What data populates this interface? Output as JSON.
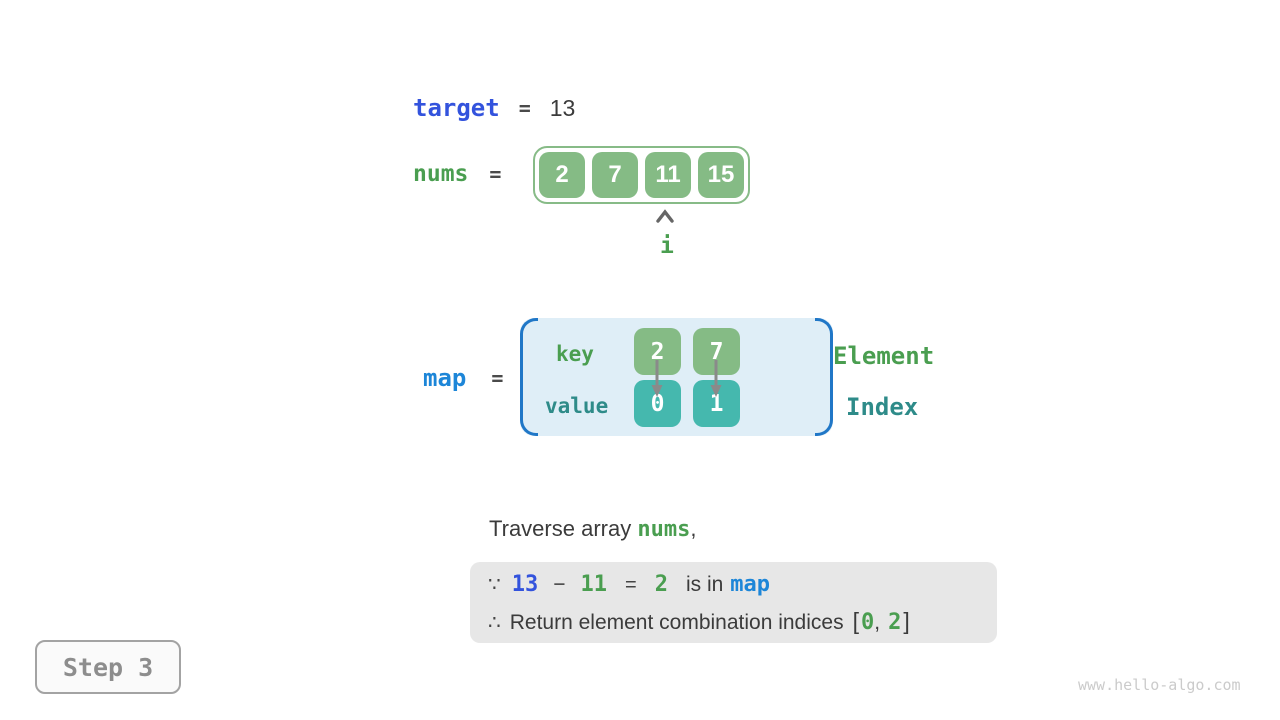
{
  "colors": {
    "royal_blue": "#3353dd",
    "azure_blue": "#1d86d8",
    "green_text": "#4a9e50",
    "teal_text": "#2e8b89",
    "cell_green": "#85bb85",
    "cell_teal": "#45b8ae",
    "map_fill": "#dfeef7",
    "map_bracket": "#2077c7",
    "conclusion_bg": "#e7e7e7",
    "arrow_gray": "#8a8a8a"
  },
  "target_row": {
    "label": "target",
    "equals": "=",
    "value": "13"
  },
  "nums_row": {
    "label": "nums",
    "equals": "=",
    "cells": [
      "2",
      "7",
      "11",
      "15"
    ]
  },
  "pointer": {
    "label": "i"
  },
  "map_row": {
    "label": "map",
    "equals": "=",
    "key_label": "key",
    "value_label": "value",
    "keys": [
      "2",
      "7"
    ],
    "values": [
      "0",
      "1"
    ]
  },
  "legend": {
    "element": "Element",
    "index": "Index"
  },
  "caption": {
    "prefix": "Traverse array ",
    "nums": "nums",
    "suffix": ","
  },
  "conclusion": {
    "line1": {
      "because": "∵",
      "minuend": "13",
      "minus": "−",
      "subtrahend": "11",
      "equals": "=",
      "difference": "2",
      "is_in": "is in",
      "map": "map"
    },
    "line2": {
      "therefore": "∴",
      "text": "Return element combination indices",
      "bracket_open": "[",
      "index_a": "0",
      "comma": ",",
      "index_b": "2",
      "bracket_close": "]"
    }
  },
  "step_badge": {
    "label": "Step 3"
  },
  "watermark": {
    "text": "www.hello-algo.com"
  }
}
